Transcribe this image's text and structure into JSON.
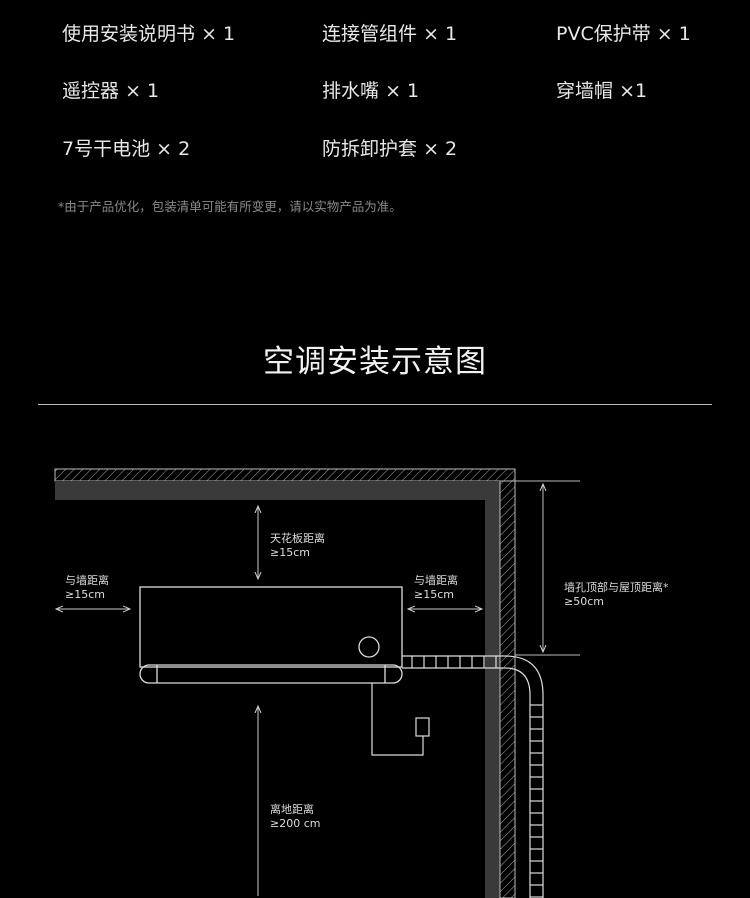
{
  "package_list": {
    "items": [
      {
        "name": "使用安装说明书",
        "qty": "× 1"
      },
      {
        "name": "连接管组件",
        "qty": " × 1"
      },
      {
        "name": "PVC保护带",
        "qty": "× 1"
      },
      {
        "name": "遥控器",
        "qty": "× 1"
      },
      {
        "name": "排水嘴",
        "qty": "× 1"
      },
      {
        "name": "穿墙帽",
        "qty": "×1"
      },
      {
        "name": "7号干电池",
        "qty": "× 2"
      },
      {
        "name": "防拆卸护套",
        "qty": "× 2"
      }
    ],
    "note": "*由于产品优化，包装清单可能有所变更，请以实物产品为准。"
  },
  "diagram": {
    "title": "空调安装示意图",
    "labels": {
      "ceiling": {
        "name": "天花板距离",
        "value": "≥15cm"
      },
      "wall_left": {
        "name": "与墙距离",
        "value": "≥15cm"
      },
      "wall_right": {
        "name": "与墙距离",
        "value": "≥15cm"
      },
      "hole_top": {
        "name": "墙孔顶部与屋顶距离*",
        "value": "≥50cm"
      },
      "floor": {
        "name": "离地距离",
        "value": "≥200 cm"
      }
    }
  }
}
